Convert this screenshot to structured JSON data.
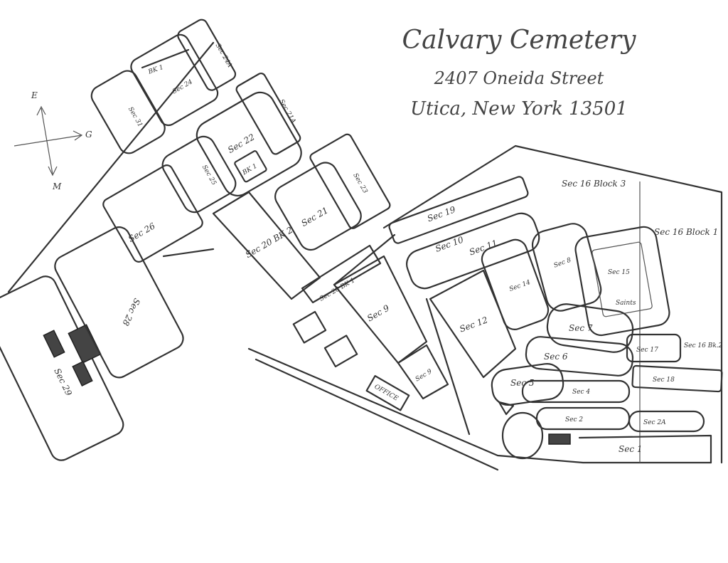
{
  "header": {
    "title": "Calvary Cemetery",
    "street": "2407 Oneida Street",
    "city": "Utica, New York 13501"
  },
  "compass": {
    "north": "E",
    "east": "G",
    "south": "M"
  },
  "sections": {
    "s29": "Sec 29",
    "s28": "Sec 28",
    "s26": "Sec 26",
    "s31": "Sec 31",
    "bk1a": "BK 1",
    "s24": "Sec 24",
    "s24a": "Sec 24A",
    "s21a": "Sec 21A",
    "s22": "Sec 22",
    "bk1b": "BK 1",
    "s25": "Sec 25",
    "s21": "Sec 21",
    "s23": "Sec 23",
    "s20bk2": "Sec 20 BK 2",
    "s20bk1": "Sec 20 BK 1",
    "s9a": "Sec 9",
    "s9b": "Sec 9",
    "office": "OFFICE",
    "s19": "Sec 19",
    "s10": "Sec 10",
    "s11": "Sec 11",
    "s12": "Sec 12",
    "s14": "Sec 14",
    "s8": "Sec 8",
    "s15": "Sec 15",
    "saints": "Saints",
    "s16b3": "Sec 16 Block 3",
    "s16b1": "Sec 16 Block 1",
    "s16bk2": "Sec 16 Bk.2",
    "s7": "Sec 7",
    "s17": "Sec 17",
    "s6": "Sec 6",
    "s18": "Sec 18",
    "s5": "Sec 5",
    "s4": "Sec 4",
    "s2": "Sec 2",
    "s2a": "Sec 2A",
    "s1": "Sec 1"
  }
}
